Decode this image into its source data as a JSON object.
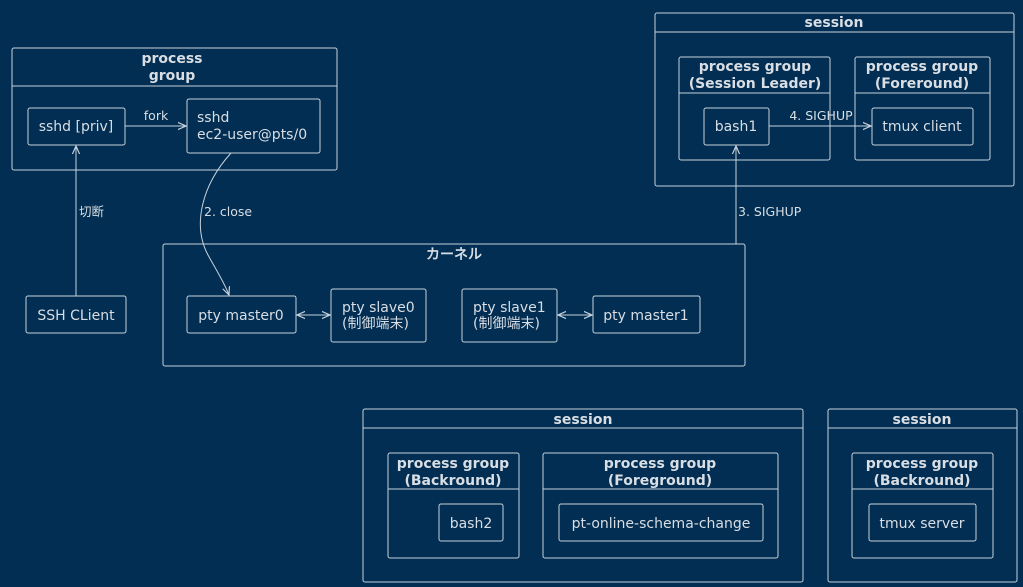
{
  "groups": {
    "top_pg": {
      "title1": "process",
      "title2": "group"
    },
    "kernel": {
      "title": "カーネル"
    },
    "session_top": {
      "title": "session"
    },
    "pg_leader": {
      "title1": "process group",
      "title2": "(Session Leader)"
    },
    "pg_fore_top": {
      "title1": "process group",
      "title2": "(Foreround)"
    },
    "session_mid": {
      "title": "session"
    },
    "pg_back_mid": {
      "title1": "process group",
      "title2": "(Backround)"
    },
    "pg_fore_mid": {
      "title1": "process group",
      "title2": "(Foreground)"
    },
    "session_right": {
      "title": "session"
    },
    "pg_back_right": {
      "title1": "process group",
      "title2": "(Backround)"
    }
  },
  "nodes": {
    "sshd_priv": "sshd [priv]",
    "sshd_user_1": "sshd",
    "sshd_user_2": "ec2-user@pts/0",
    "ssh_client": "SSH CLient",
    "pty_master0": "pty master0",
    "pty_slave0_1": "pty slave0",
    "pty_slave0_2": "(制御端末)",
    "pty_slave1_1": "pty slave1",
    "pty_slave1_2": "(制御端末)",
    "pty_master1": "pty master1",
    "bash1": "bash1",
    "tmux_client": "tmux client",
    "bash2": "bash2",
    "pt_osc": "pt-online-schema-change",
    "tmux_server": "tmux server"
  },
  "edges": {
    "fork": "fork",
    "disconnect": "切断",
    "close": "2. close",
    "sighup3": "3. SIGHUP",
    "sighup4": "4. SIGHUP"
  }
}
